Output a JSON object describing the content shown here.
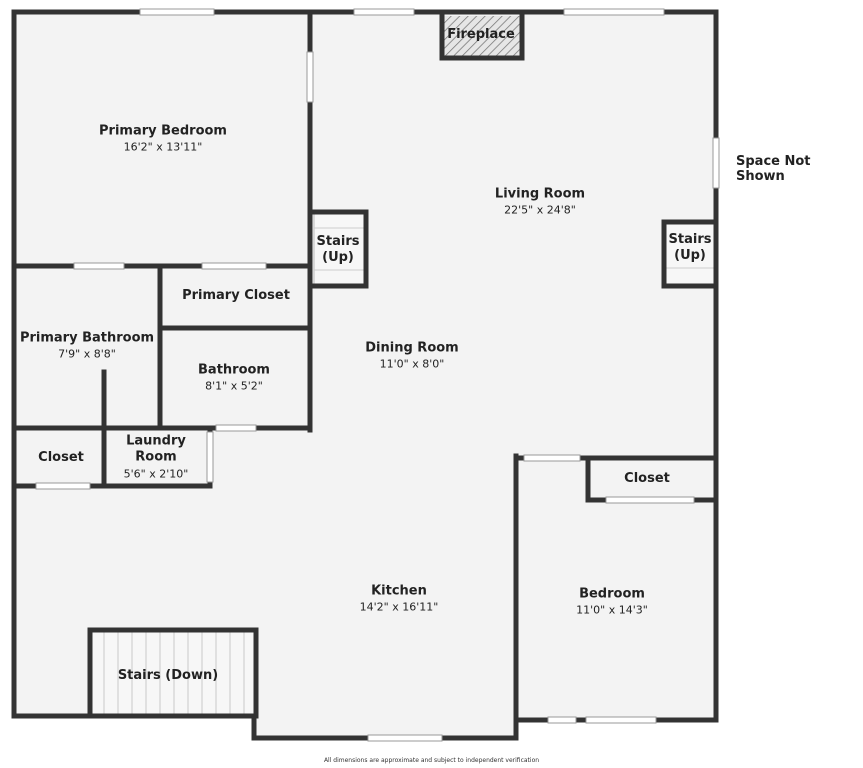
{
  "rooms": {
    "primary_bedroom": {
      "name": "Primary Bedroom",
      "dims": "16'2\" x 13'11\""
    },
    "living_room": {
      "name": "Living Room",
      "dims": "22'5\" x 24'8\""
    },
    "fireplace": {
      "name": "Fireplace"
    },
    "stairs_up_1": {
      "name": "Stairs",
      "sub": "(Up)"
    },
    "stairs_up_2": {
      "name": "Stairs",
      "sub": "(Up)"
    },
    "primary_closet": {
      "name": "Primary Closet"
    },
    "primary_bathroom": {
      "name": "Primary Bathroom",
      "dims": "7'9\" x 8'8\""
    },
    "bathroom": {
      "name": "Bathroom",
      "dims": "8'1\" x 5'2\""
    },
    "dining_room": {
      "name": "Dining Room",
      "dims": "11'0\" x 8'0\""
    },
    "closet_left": {
      "name": "Closet"
    },
    "laundry_room": {
      "name": "Laundry",
      "sub": "Room",
      "dims": "5'6\" x 2'10\""
    },
    "closet_right": {
      "name": "Closet"
    },
    "kitchen": {
      "name": "Kitchen",
      "dims": "14'2\" x 16'11\""
    },
    "bedroom": {
      "name": "Bedroom",
      "dims": "11'0\" x 14'3\""
    },
    "stairs_down": {
      "name": "Stairs (Down)"
    }
  },
  "space_not_shown": "Space Not Shown",
  "disclaimer": "All dimensions are approximate and subject to independent verification",
  "colors": {
    "wall": "#333333",
    "floor": "#f3f3f3",
    "window": "#ffffff"
  }
}
